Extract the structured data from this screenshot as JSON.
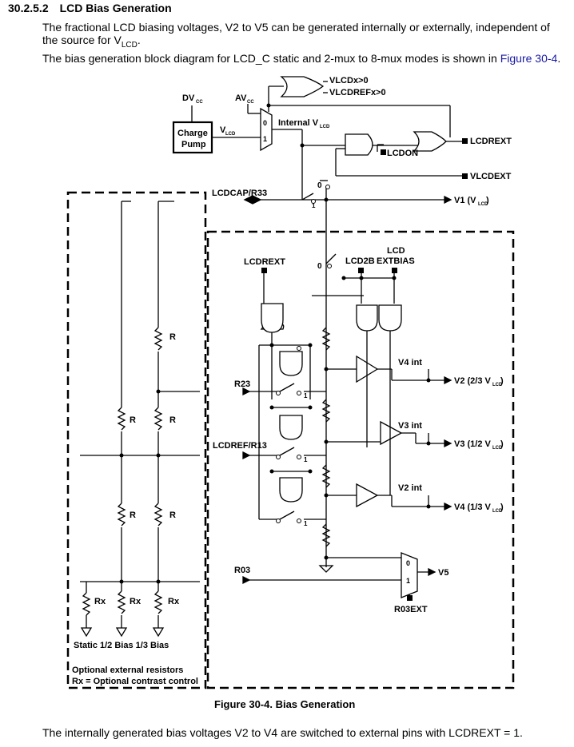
{
  "section": {
    "number": "30.2.5.2",
    "title": "LCD Bias Generation"
  },
  "paragraphs": {
    "p1_text": "The fractional LCD biasing voltages, V2 to V5 can be generated internally or externally, independent of the source for V",
    "p1_sub": "LCD",
    "p1_end": ".",
    "p2_text": "The bias generation block diagram for LCD_C static and 2-mux to 8-mux modes is shown in ",
    "p2_link": "Figure 30-4",
    "p2_end": ".",
    "p3_text": "The internally generated bias voltages V2 to V4 are switched to external pins with LCDREXT = 1."
  },
  "figure": {
    "caption": "Figure 30-4. Bias Generation",
    "labels": {
      "vlcdx": "VLCDx>0",
      "vlcdrefx": "VLCDREFx>0",
      "dv": "DV",
      "dv_sub": "CC",
      "av": "AV",
      "av_sub": "CC",
      "charge_pump_1": "Charge",
      "charge_pump_2": "Pump",
      "vlcd_main": "V",
      "vlcd_sub": "LCD",
      "internal": "Internal V",
      "internal_sub": "LCD",
      "mux0": "0",
      "mux1": "1",
      "lcdrext_top": "LCDREXT",
      "lcdon": "LCDON",
      "vlcdext": "VLCDEXT",
      "lcdcap": "LCDCAP/R33",
      "v1": "V1 (V",
      "v1_sub": "LCD",
      "v1_end": ")",
      "sw0_top": "0",
      "sw1_top": "1",
      "lcd": "LCD",
      "lcd2b": "LCD2B",
      "extbias": "EXTBIAS",
      "lcdrext_inner": "LCDREXT",
      "sw0_inner": "0",
      "r23": "R23",
      "lcdref_r13": "LCDREF/R13",
      "r03": "R03",
      "v4int": "V4 int",
      "v3int": "V3 int",
      "v2int": "V2 int",
      "v2": "V2 (2/3 V",
      "v3": "V3 (1/2 V",
      "v4": "V4 (1/3 V",
      "lcd_sub": "LCD",
      "close_paren": ")",
      "v5": "V5",
      "r03ext": "R03EXT",
      "r": "R",
      "rx": "Rx",
      "bias_row": "Static  1/2 Bias  1/3 Bias",
      "opt_ext": "Optional external resistors",
      "opt_rx": "Rx = Optional contrast control",
      "swnum": "1"
    }
  }
}
